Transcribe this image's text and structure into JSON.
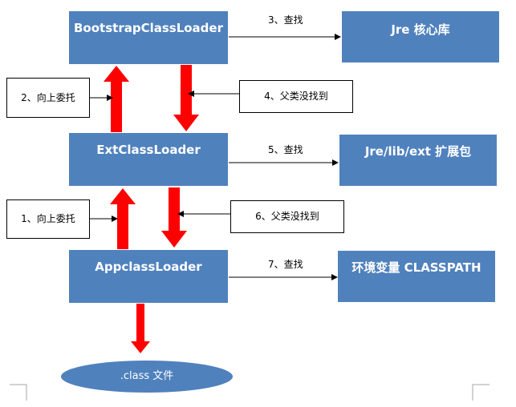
{
  "loaders": {
    "bootstrap": "BootstrapClassLoader",
    "ext": "ExtClassLoader",
    "app": "AppclassLoader"
  },
  "libraries": {
    "jre_core": "Jre 核心库",
    "jre_ext": "Jre/lib/ext 扩展包",
    "classpath": "环境变量 CLASSPATH"
  },
  "notes": {
    "delegate_up_1": "1、向上委托",
    "delegate_up_2": "2、向上委托",
    "parent_not_found_4": "4、父类没找到",
    "parent_not_found_6": "6、父类没找到"
  },
  "edge_labels": {
    "lookup_3": "3、查找",
    "lookup_5": "5、查找",
    "lookup_7": "7、查找"
  },
  "source": {
    "class_file": ".class 文件"
  },
  "colors": {
    "box_fill": "#4f81bd",
    "box_text": "#ffffff",
    "arrow_red": "#ff0000",
    "line": "#000000",
    "corner_marks": "#a6a6a6"
  }
}
